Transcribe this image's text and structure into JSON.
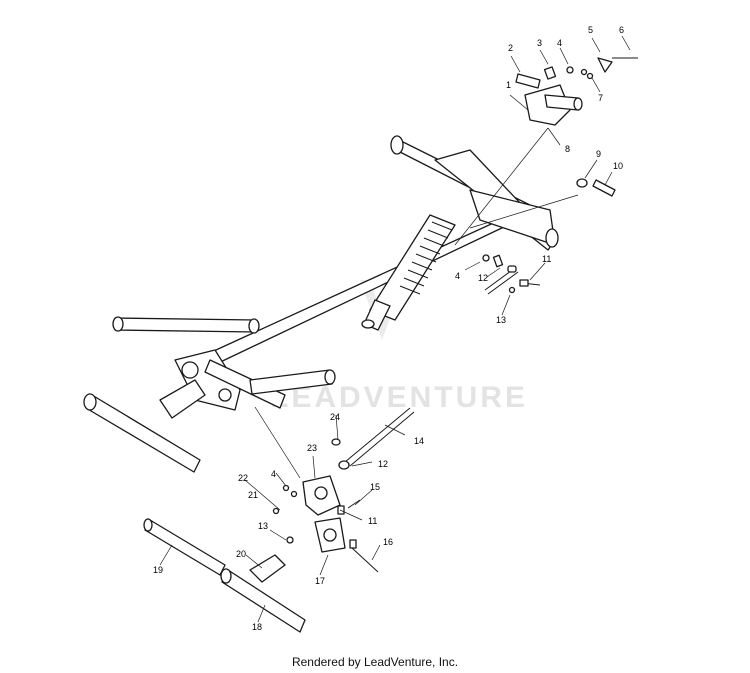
{
  "diagram": {
    "callouts": [
      "1",
      "2",
      "3",
      "4",
      "5",
      "6",
      "7",
      "8",
      "9",
      "10",
      "11",
      "12",
      "13",
      "14",
      "15",
      "16",
      "17",
      "18",
      "19",
      "20",
      "21",
      "22",
      "23",
      "24"
    ],
    "watermark": "LEADVENTURE",
    "footer": "Rendered by LeadVenture, Inc."
  }
}
